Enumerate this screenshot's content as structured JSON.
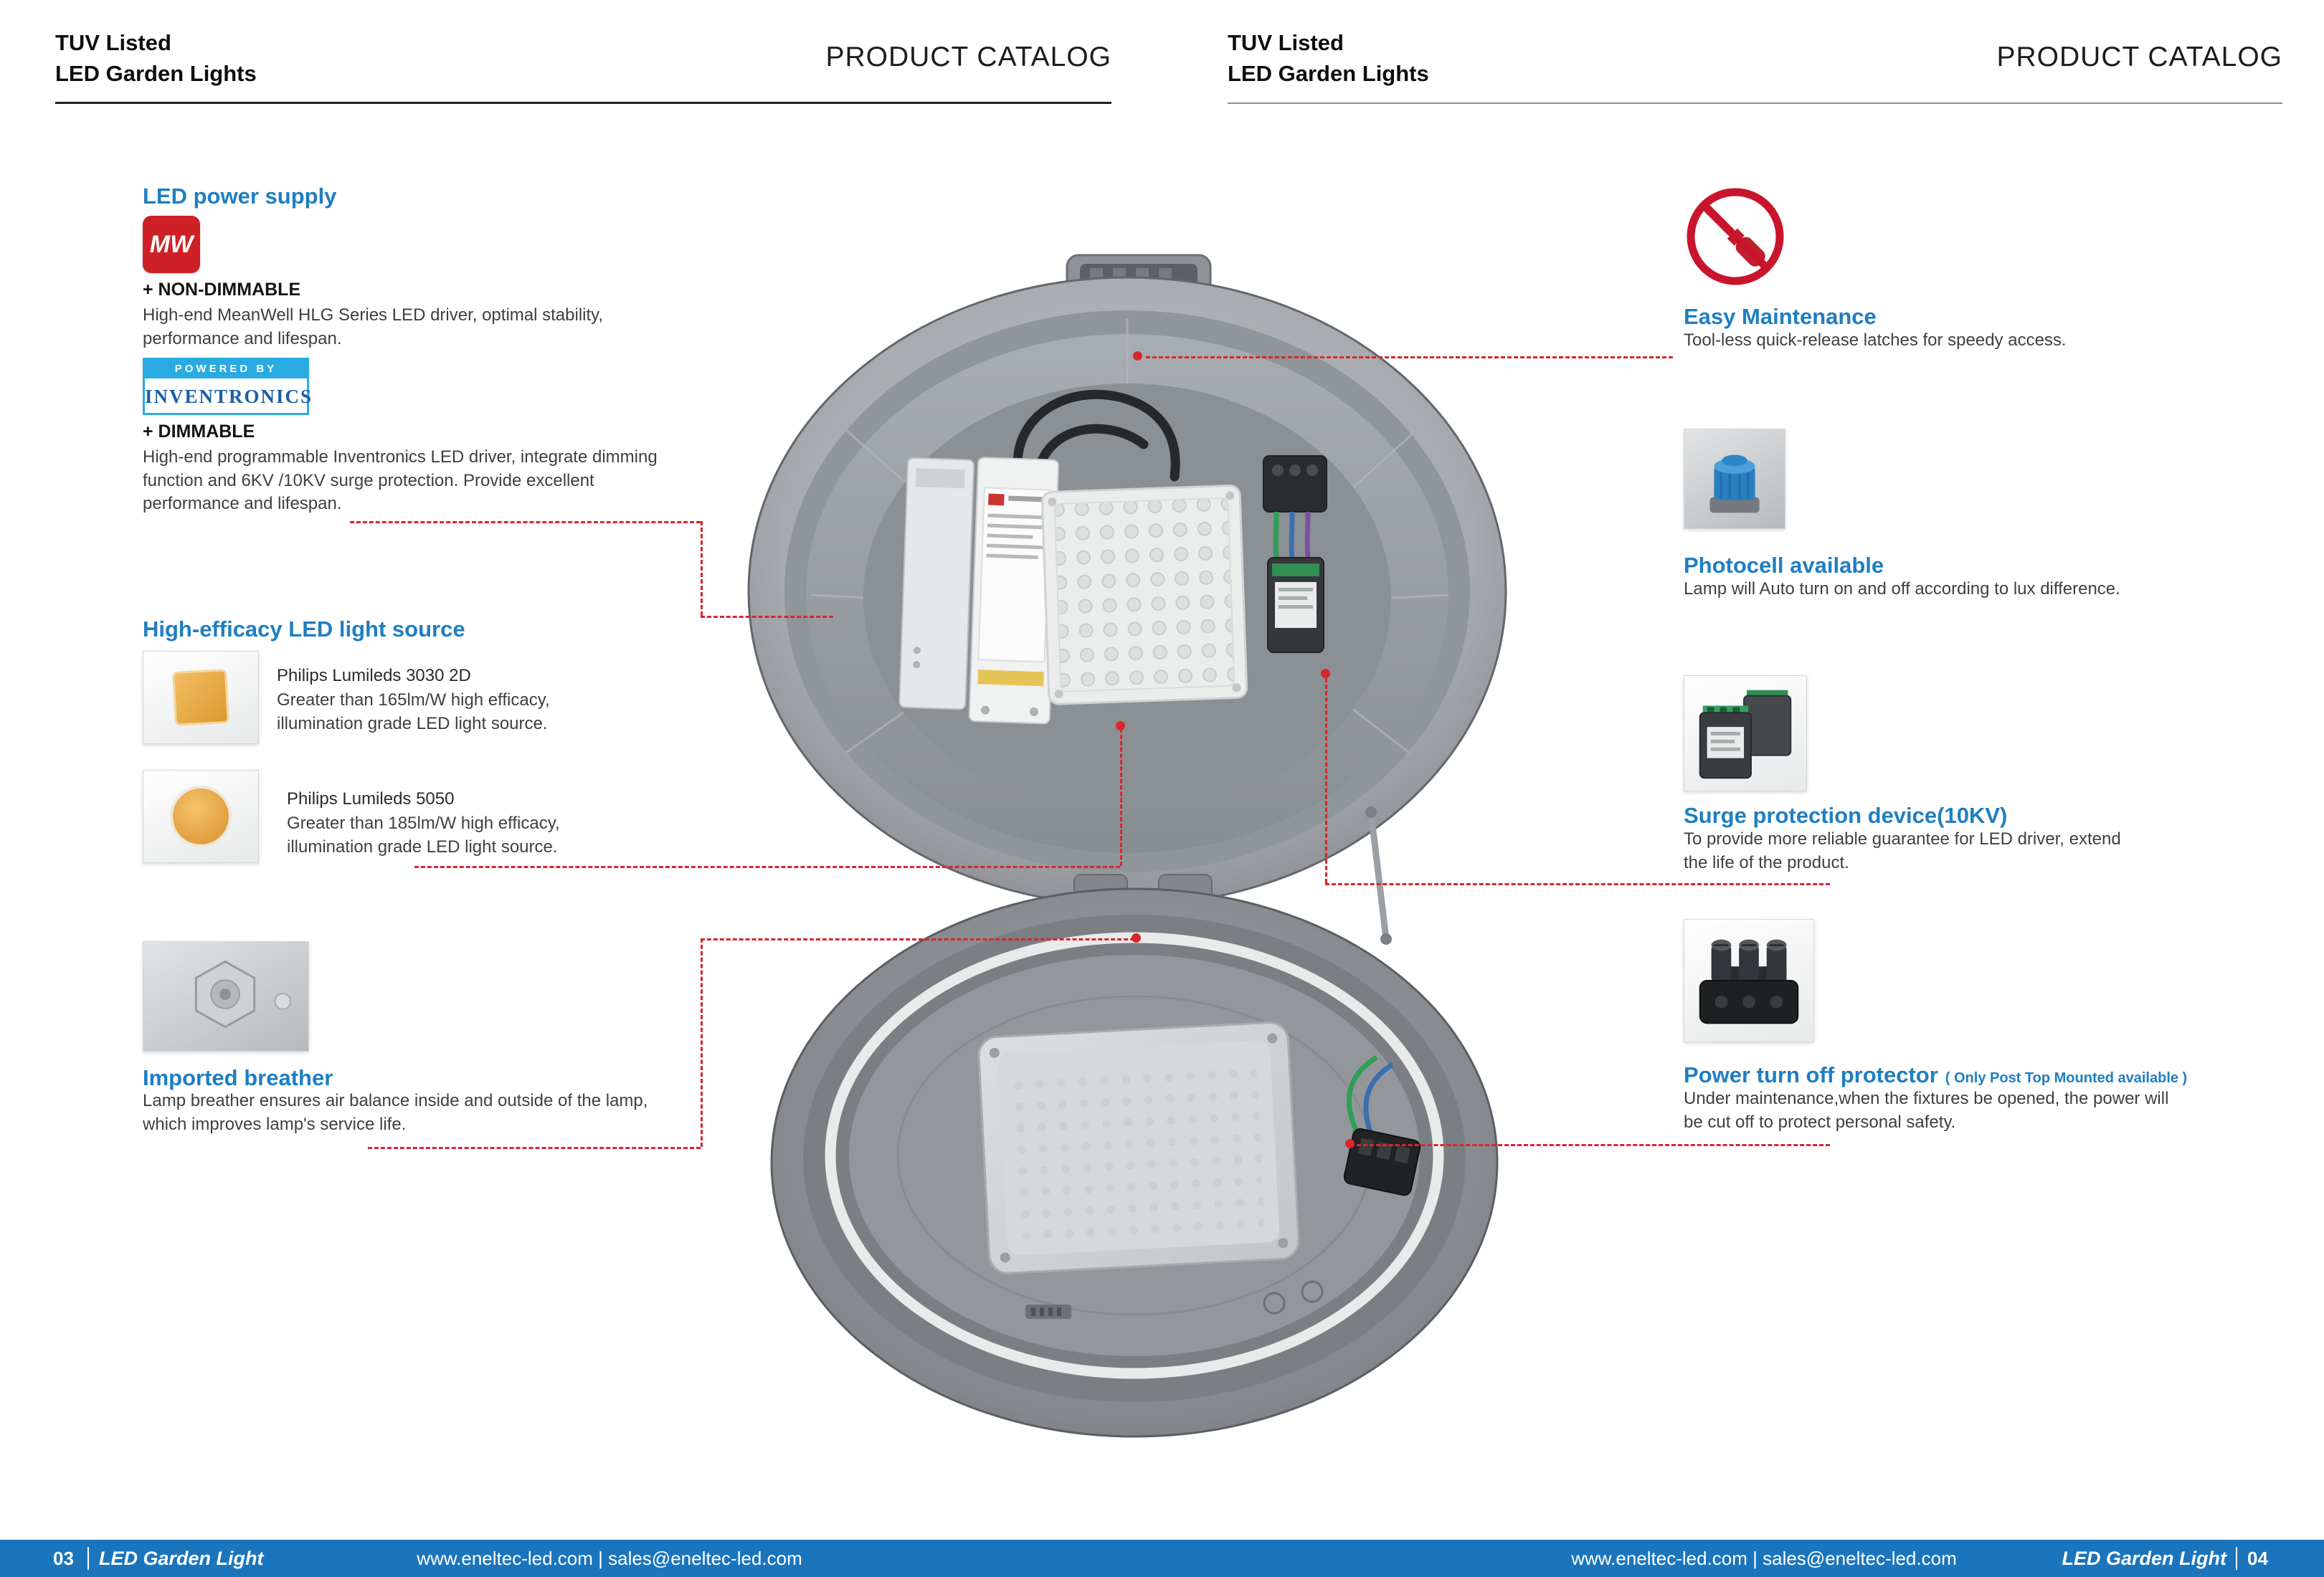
{
  "header_left": {
    "line1": "TUV Listed",
    "line2": "LED Garden Lights",
    "catalog": "PRODUCT CATALOG"
  },
  "header_right": {
    "line1": "TUV Listed",
    "line2": "LED Garden Lights",
    "catalog": "PRODUCT CATALOG"
  },
  "power_supply": {
    "title": "LED power supply",
    "meanwell_logo_text": "MW",
    "non_dimmable_label": "+ NON-DIMMABLE",
    "non_dimmable_text": "High-end MeanWell HLG Series LED driver, optimal stability, performance and lifespan.",
    "powered_by": "POWERED BY",
    "inventronics": "INVENTRONICS",
    "dimmable_label": "+ DIMMABLE",
    "dimmable_text": "High-end programmable Inventronics LED driver, integrate dimming function and 6KV /10KV surge protection. Provide excellent performance and lifespan."
  },
  "light_source": {
    "title": "High-efficacy LED light source",
    "items": [
      {
        "name": "Philips Lumileds 3030 2D",
        "desc": "Greater than 165lm/W high efficacy, illumination grade LED light source."
      },
      {
        "name": "Philips Lumileds 5050",
        "desc": "Greater than 185lm/W high efficacy, illumination grade LED light source."
      }
    ]
  },
  "breather": {
    "title": "Imported breather",
    "text": "Lamp breather ensures air balance inside and outside of the lamp, which improves lamp's service life."
  },
  "features": [
    {
      "title": "Easy Maintenance",
      "text": "Tool-less quick-release latches for speedy access."
    },
    {
      "title": "Photocell available",
      "text": "Lamp will Auto turn on and off according to lux difference."
    },
    {
      "title": "Surge protection device(10KV)",
      "text": "To provide more reliable guarantee for LED driver, extend the life of the product."
    },
    {
      "title": "Power turn off protector",
      "note": "( Only Post Top Mounted available )",
      "text": "Under maintenance,when the fixtures be opened, the power will be cut off to protect personal safety."
    }
  ],
  "footer": {
    "left_page": "03",
    "right_page": "04",
    "brand": "LED Garden Light",
    "links": "www.eneltec-led.com | sales@eneltec-led.com"
  },
  "colors": {
    "accent": "#1f7ec2",
    "leader_line": "#d8262c",
    "footer_bar": "#1b75bc"
  }
}
